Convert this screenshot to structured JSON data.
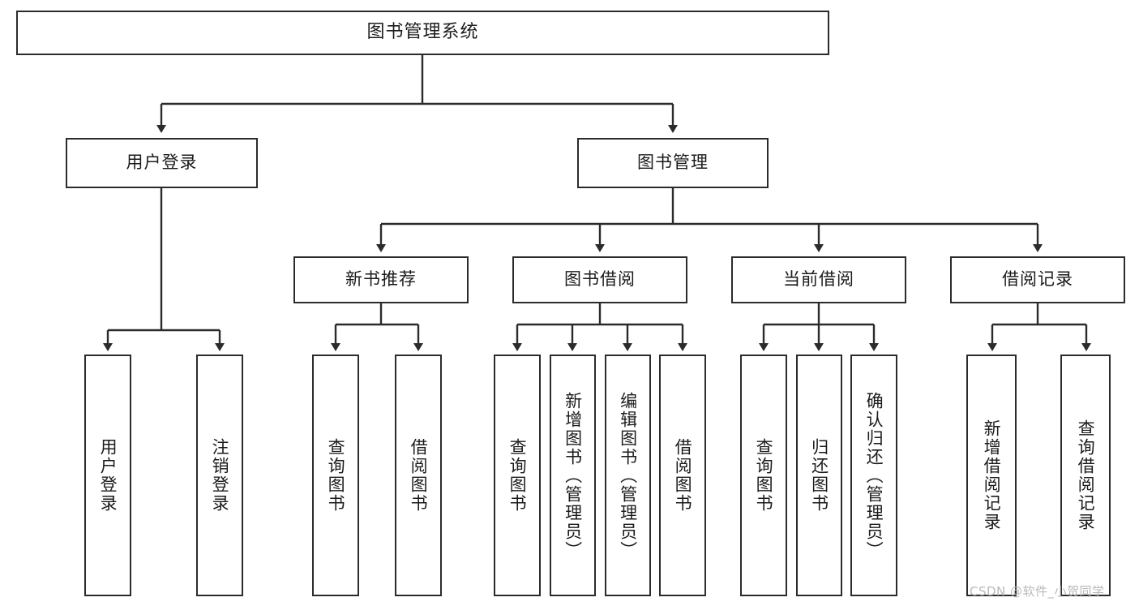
{
  "diagram": {
    "title": "图书管理系统",
    "watermark": "CSDN @软件_小贺同学",
    "colors": {
      "stroke": "#2b2b2b",
      "fill": "#ffffff",
      "text": "#1b1b1b",
      "watermark": "#b9b9b9"
    },
    "nodes": {
      "root": "图书管理系统",
      "level2": {
        "user_login": "用户登录",
        "book_management": "图书管理"
      },
      "level3": {
        "new_book_recommend": "新书推荐",
        "book_borrow": "图书借阅",
        "current_borrow": "当前借阅",
        "borrow_record": "借阅记录"
      },
      "leaves": {
        "user_login_do": "用户登录",
        "user_logout": "注销登录",
        "recommend_query_book": "查询图书",
        "recommend_borrow_book": "借阅图书",
        "borrow_query_book": "查询图书",
        "borrow_add_book": "新增图书（管理员）",
        "borrow_edit_book": "编辑图书（管理员）",
        "borrow_borrow_book": "借阅图书",
        "current_query_book": "查询图书",
        "current_return_book": "归还图书",
        "current_confirm_return": "确认归还（管理员）",
        "record_add": "新增借阅记录",
        "record_query": "查询借阅记录"
      }
    }
  }
}
